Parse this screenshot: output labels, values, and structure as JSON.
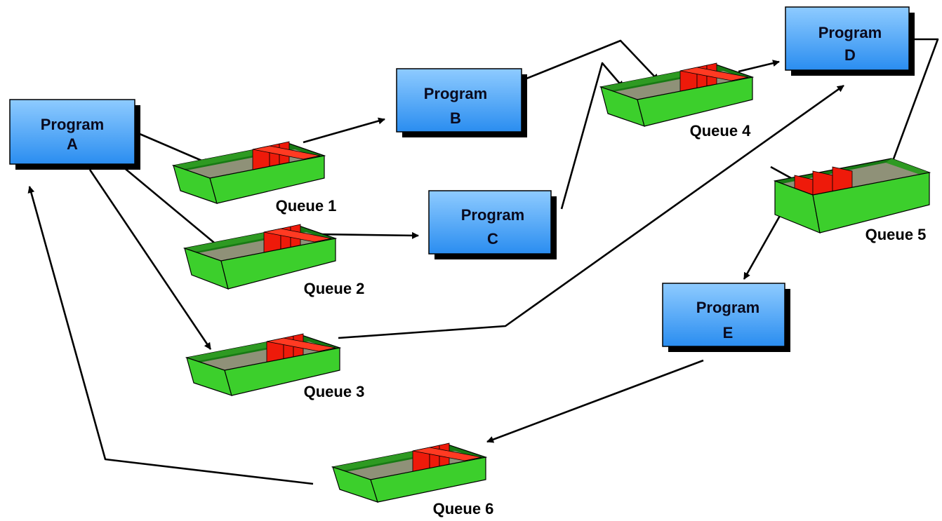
{
  "colors": {
    "program_fill_light": "#8ecbff",
    "program_fill_dark": "#2a8df0",
    "program_shadow": "#000000",
    "queue_green": "#3ccf2c",
    "queue_dark_green": "#187a14",
    "queue_floor": "#8f9178",
    "item_red": "#ee1a0a",
    "line": "#000000"
  },
  "programs": {
    "a": {
      "line1": "Program",
      "line2": "A"
    },
    "b": {
      "line1": "Program",
      "line2": "B"
    },
    "c": {
      "line1": "Program",
      "line2": "C"
    },
    "d": {
      "line1": "Program",
      "line2": "D"
    },
    "e": {
      "line1": "Program",
      "line2": "E"
    }
  },
  "queues": {
    "q1": {
      "label": "Queue 1"
    },
    "q2": {
      "label": "Queue 2"
    },
    "q3": {
      "label": "Queue 3"
    },
    "q4": {
      "label": "Queue 4"
    },
    "q5": {
      "label": "Queue 5"
    },
    "q6": {
      "label": "Queue 6"
    }
  },
  "connections": [
    {
      "from": "Program A",
      "to": "Queue 1"
    },
    {
      "from": "Program A",
      "to": "Queue 2"
    },
    {
      "from": "Program A",
      "to": "Queue 3"
    },
    {
      "from": "Queue 1",
      "to": "Program B"
    },
    {
      "from": "Queue 2",
      "to": "Program C"
    },
    {
      "from": "Queue 3",
      "to": "Program D"
    },
    {
      "from": "Program B",
      "to": "Queue 4"
    },
    {
      "from": "Program C",
      "to": "Queue 4"
    },
    {
      "from": "Queue 4",
      "to": "Program D"
    },
    {
      "from": "Program D",
      "to": "Queue 5"
    },
    {
      "from": "Queue 5",
      "to": "Program E"
    },
    {
      "from": "Program E",
      "to": "Queue 6"
    },
    {
      "from": "Queue 6",
      "to": "Program A"
    }
  ]
}
